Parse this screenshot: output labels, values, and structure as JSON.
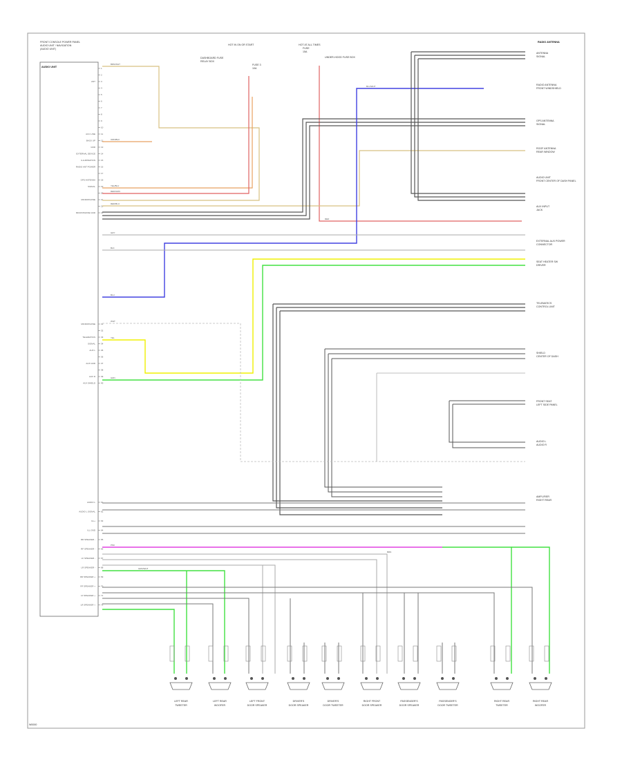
{
  "header": {
    "module_title_l1": "FRONT CONSOLE POWER PANEL",
    "module_title_l2": "AUDIO UNIT / NAVIGATION",
    "module_title_l3": "(AUDIO UNIT)",
    "right_header": "RADIO ANTENNA",
    "fuse_block_label": "HOT AT ALL TIMES",
    "fuse_block_sub1": "FUSE",
    "fuse_block_sub2": "15A",
    "fuse_block_sub3": "UNDER-HOOD FUSE BOX",
    "hot_run_label": "HOT IN ON OR START",
    "hot_run_sub1": "DASHBOARD FUSE",
    "hot_run_sub2": "RELAY BOX",
    "hot_run_sub3": "FUSE 3",
    "hot_run_sub4": "10A"
  },
  "module": {
    "connector_label": "AUDIO UNIT",
    "left_pins": [
      {
        "label": "",
        "pin": "1"
      },
      {
        "label": "",
        "pin": "2"
      },
      {
        "label": "ANT",
        "pin": "3"
      },
      {
        "label": "",
        "pin": "4"
      },
      {
        "label": "",
        "pin": "5"
      },
      {
        "label": "",
        "pin": "6"
      },
      {
        "label": "",
        "pin": "7"
      },
      {
        "label": "",
        "pin": "8"
      },
      {
        "label": "",
        "pin": "9"
      },
      {
        "label": "",
        "pin": "10"
      },
      {
        "label": "ACC LINE",
        "pin": "11"
      },
      {
        "label": "BACK UP",
        "pin": "12"
      },
      {
        "label": "GND",
        "pin": "13"
      },
      {
        "label": "EXTERNAL DEVICE",
        "pin": "14"
      },
      {
        "label": "ILLUMINATION",
        "pin": "15"
      },
      {
        "label": "RADIO ANT POWER",
        "pin": "16"
      },
      {
        "label": "",
        "pin": "17"
      },
      {
        "label": "GPS ANTENNA",
        "pin": "18"
      },
      {
        "label": "SIGNAL",
        "pin": "19"
      },
      {
        "label": "",
        "pin": "20"
      },
      {
        "label": "MICROPHONE",
        "pin": "21"
      },
      {
        "label": "",
        "pin": "22"
      },
      {
        "label": "MICROPHONE GND",
        "pin": "23"
      }
    ],
    "lower_pins": [
      {
        "label": "MICROPHONE",
        "pin": "31"
      },
      {
        "label": "",
        "pin": "32"
      },
      {
        "label": "TELEMATICS",
        "pin": "33"
      },
      {
        "label": "SIGNAL",
        "pin": "34"
      },
      {
        "label": "AUX L",
        "pin": "35"
      },
      {
        "label": "",
        "pin": "36"
      },
      {
        "label": "AUX GND",
        "pin": "37"
      },
      {
        "label": "",
        "pin": "38"
      },
      {
        "label": "AUX R",
        "pin": "39"
      },
      {
        "label": "AUX SHIELD",
        "pin": "40"
      }
    ],
    "bottom_pins": [
      {
        "label": "AUDIO L",
        "pin": "61"
      },
      {
        "label": "AUDIO L SIGNAL",
        "pin": "62"
      },
      {
        "label": "ILL+",
        "pin": "63"
      },
      {
        "label": "ILL GND",
        "pin": "64"
      },
      {
        "label": "RR SPEAKER -",
        "pin": "65"
      },
      {
        "label": "RF SPEAKER -",
        "pin": "66"
      },
      {
        "label": "LF SPEAKER -",
        "pin": "67"
      },
      {
        "label": "LR SPEAKER -",
        "pin": "68"
      },
      {
        "label": "RR SPEAKER +",
        "pin": "69"
      },
      {
        "label": "RF SPEAKER +",
        "pin": "70"
      },
      {
        "label": "LF SPEAKER +",
        "pin": "71"
      },
      {
        "label": "LR SPEAKER +",
        "pin": "72"
      }
    ]
  },
  "wire_labels": {
    "brn_wht": "BRN/WHT",
    "orn_blk": "ORN/BLK",
    "yel_blu": "YEL/BLU",
    "red_grn": "RED/GRN",
    "red_blu": "RED/BLU",
    "blu_wht": "BLU/WHT",
    "grn_wht": "GRN/WHT",
    "yel": "YEL",
    "grn": "GRN",
    "blk": "BLK",
    "wht": "WHT",
    "gry": "GRY",
    "pnk": "PNK",
    "red": "RED",
    "blu": "BLU",
    "brn": "BRN"
  },
  "right_components": [
    {
      "label": "ANTENNA",
      "sub": "SIGNAL"
    },
    {
      "label": "RADIO ANTENNA",
      "sub": "FRONT WINDSHIELD"
    },
    {
      "label": "GPS ANTENNA",
      "sub": "SIGNAL"
    },
    {
      "label": "ROOF ANTENNA",
      "sub": "REAR WINDOW"
    },
    {
      "label": "AUDIO UNIT",
      "sub": "FRONT CENTER OF DASH PANEL"
    },
    {
      "label": "AUX INPUT",
      "sub": "JACK"
    },
    {
      "label": "EXTERNAL AUX POWER",
      "sub": "CONNECTOR"
    },
    {
      "label": "SEAT HEATER SW",
      "sub": "DRIVER"
    },
    {
      "label": "TELEMATICS",
      "sub": "CONTROL UNIT"
    },
    {
      "label": "SHIELD",
      "sub": "CENTER OF DASH"
    },
    {
      "label": "FRONT SEAT",
      "sub": "LEFT SIDE PANEL"
    },
    {
      "label": "AUDIO L",
      "sub": "AUDIO R"
    },
    {
      "label": "AMPLIFIER",
      "sub": "RIGHT REAR"
    }
  ],
  "speakers": [
    {
      "name": "LEFT REAR",
      "sub": "TWEETER"
    },
    {
      "name": "LEFT REAR",
      "sub": "WOOFER"
    },
    {
      "name": "LEFT FRONT",
      "sub": "DOOR SPEAKER"
    },
    {
      "name": "DRIVER'S",
      "sub": "DOOR SPEAKER"
    },
    {
      "name": "DRIVER'S",
      "sub": "DOOR TWEETER"
    },
    {
      "name": "RIGHT FRONT",
      "sub": "DOOR SPEAKER"
    },
    {
      "name": "PASSENGER'S",
      "sub": "DOOR SPEAKER"
    },
    {
      "name": "PASSENGER'S",
      "sub": "DOOR TWEETER"
    },
    {
      "name": "RIGHT REAR",
      "sub": "TWEETER"
    },
    {
      "name": "RIGHT REAR",
      "sub": "WOOFER"
    }
  ],
  "footer": {
    "page_code": "W0000"
  },
  "colors": {
    "orange": "#e8a060",
    "red": "#e06060",
    "blue": "#4040e0",
    "yellow": "#f0f000",
    "green": "#40e040",
    "pink": "#e040e0",
    "black": "#333333",
    "gray": "#aaaaaa",
    "tan": "#d8c080"
  }
}
